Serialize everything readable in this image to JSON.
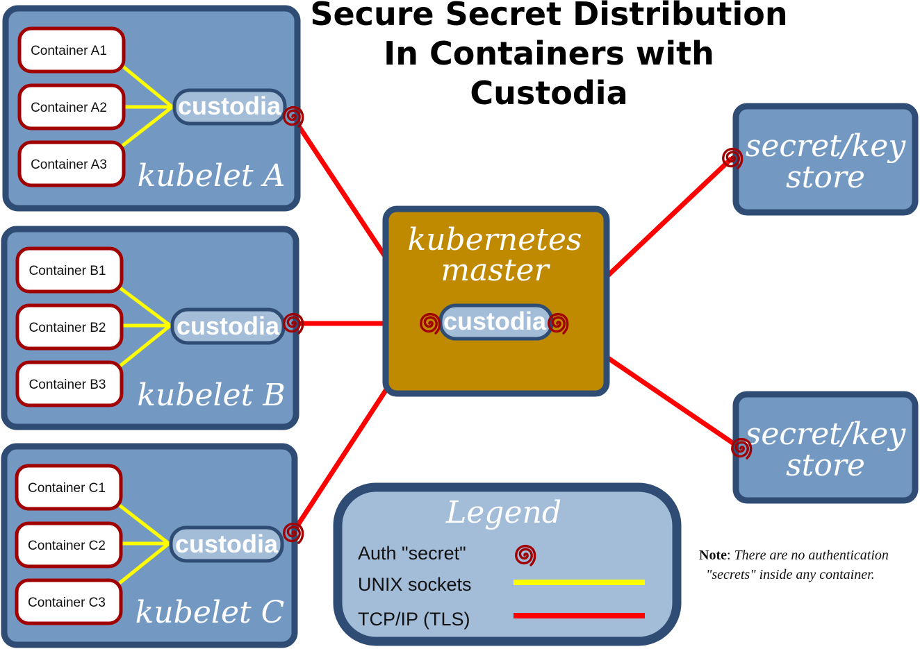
{
  "title": {
    "lines": [
      "Secure Secret Distribution",
      "In Containers with",
      "Custodia"
    ]
  },
  "colors": {
    "node_border": "#2f4d74",
    "node_fill": "#7399c3",
    "master_fill": "#bf8a00",
    "custodia_fill": "#a3bcd8",
    "container_border": "#a00000",
    "container_fill": "#ffffff",
    "unix_socket": "#ffff00",
    "tcp_tls": "#ff0000",
    "secret_spiral": "#a00000",
    "legend_fill": "#a3bcd8"
  },
  "kubelets": [
    {
      "id": "a",
      "label": "kubelet A",
      "custodia_label": "custodia",
      "containers": [
        "Container A1",
        "Container A2",
        "Container A3"
      ]
    },
    {
      "id": "b",
      "label": "kubelet B",
      "custodia_label": "custodia",
      "containers": [
        "Container B1",
        "Container B2",
        "Container B3"
      ]
    },
    {
      "id": "c",
      "label": "kubelet C",
      "custodia_label": "custodia",
      "containers": [
        "Container C1",
        "Container C2",
        "Container C3"
      ]
    }
  ],
  "master": {
    "label_line1": "kubernetes",
    "label_line2": "master",
    "custodia_label": "custodia"
  },
  "stores": [
    {
      "label_line1": "secret/key",
      "label_line2": "store"
    },
    {
      "label_line1": "secret/key",
      "label_line2": "store"
    }
  ],
  "legend": {
    "title": "Legend",
    "items": [
      {
        "label": "Auth \"secret\"",
        "symbol": "spiral-icon"
      },
      {
        "label": "UNIX sockets",
        "symbol": "yellow-line"
      },
      {
        "label": "TCP/IP (TLS)",
        "symbol": "red-line"
      }
    ]
  },
  "note": {
    "bold": "Note",
    "colon": ":",
    "line1": " There are no authentication",
    "line2": "\"secrets\" inside any container."
  }
}
